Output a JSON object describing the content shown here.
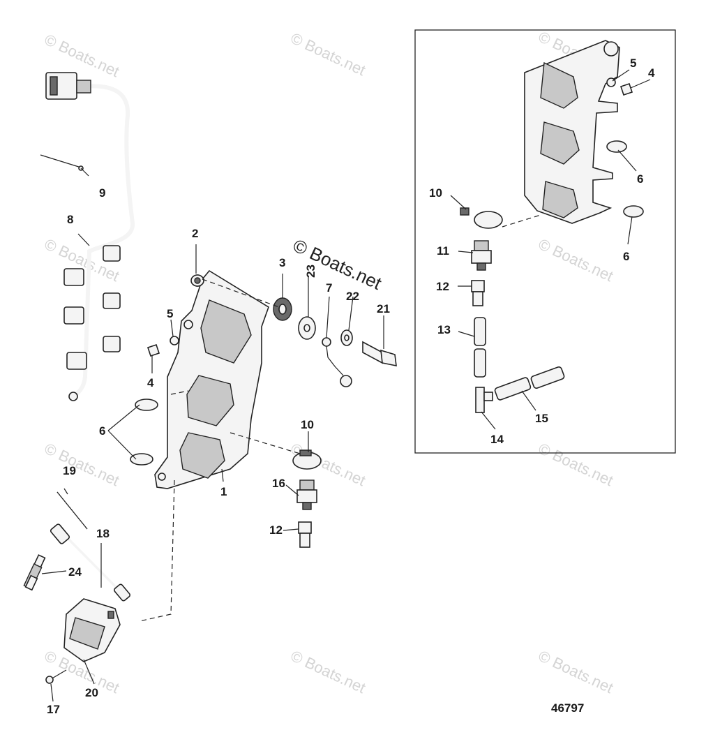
{
  "watermark": "© Boats.net",
  "center_watermark": "© Boats.net",
  "diagram_number": "46797",
  "callouts": {
    "c1": "1",
    "c2": "2",
    "c3": "3",
    "c4a": "4",
    "c4b": "4",
    "c5a": "5",
    "c5b": "5",
    "c6a": "6",
    "c6b": "6",
    "c6c": "6",
    "c7": "7",
    "c8": "8",
    "c9": "9",
    "c10a": "10",
    "c10b": "10",
    "c11": "11",
    "c12a": "12",
    "c12b": "12",
    "c13": "13",
    "c14": "14",
    "c15": "15",
    "c16": "16",
    "c17": "17",
    "c18": "18",
    "c19": "19",
    "c20": "20",
    "c21": "21",
    "c22": "22",
    "c23": "23",
    "c24": "24"
  }
}
